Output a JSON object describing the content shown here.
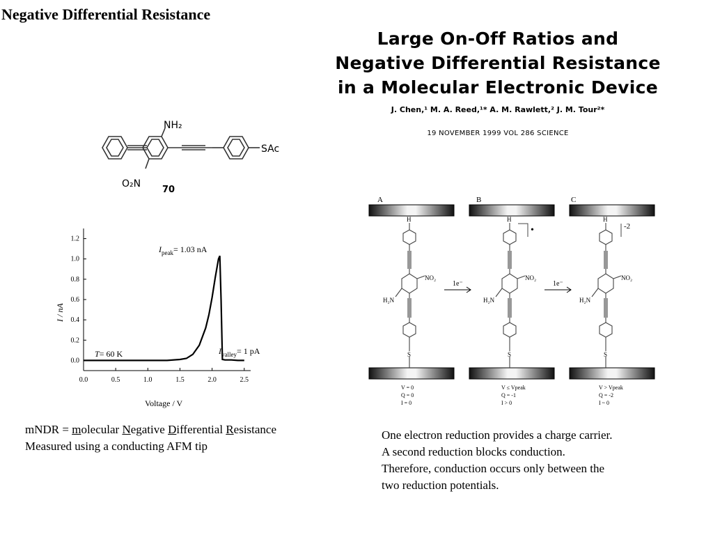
{
  "slide": {
    "title": "Negative Differential Resistance"
  },
  "paper": {
    "title_lines": [
      "Large On-Off Ratios and",
      "Negative Differential Resistance",
      "in a Molecular Electronic Device"
    ],
    "authors": "J. Chen,¹ M. A. Reed,¹* A. M. Rawlett,² J. M. Tour²*",
    "citation": "19 NOVEMBER 1999   VOL 286   SCIENCE"
  },
  "molecule": {
    "amine_label": "NH₂",
    "nitro_label": "O₂N",
    "thioacetate_label": "SAc",
    "compound_number": "70"
  },
  "chart_data": {
    "type": "line",
    "xlabel": "Voltage / V",
    "ylabel": "I / nA",
    "xlim": [
      0.0,
      2.6
    ],
    "ylim": [
      -0.1,
      1.3
    ],
    "xticks": [
      "0.0",
      "0.5",
      "1.0",
      "1.5",
      "2.0",
      "2.5"
    ],
    "yticks": [
      "0.0",
      "0.2",
      "0.4",
      "0.6",
      "0.8",
      "1.0",
      "1.2"
    ],
    "series": [
      {
        "x": [
          0.0,
          0.5,
          1.0,
          1.3,
          1.5,
          1.6,
          1.7,
          1.8,
          1.9,
          1.95,
          2.0,
          2.05,
          2.1,
          2.12,
          2.14,
          2.16,
          2.2,
          2.3,
          2.4,
          2.5
        ],
        "y": [
          0.0,
          0.0,
          0.0,
          0.0,
          0.01,
          0.02,
          0.06,
          0.15,
          0.32,
          0.45,
          0.62,
          0.82,
          1.0,
          1.03,
          0.6,
          0.01,
          0.005,
          0.005,
          0.0,
          0.0
        ]
      }
    ],
    "annotations": {
      "peak_prefix": "I",
      "peak_sub": "peak",
      "peak_value": "= 1.03 nA",
      "valley_prefix": "I",
      "valley_sub": "valley",
      "valley_value": "= 1 pA",
      "temp_prefix": "T",
      "temp_value": "= 60 K"
    }
  },
  "device": {
    "panel_labels": [
      "A",
      "B",
      "C"
    ],
    "top_atom": "H",
    "nitro": "NO₂",
    "amine": "H₂N",
    "sulfur": "S",
    "charge_b": "•",
    "charge_c": "-2",
    "arrow1": "1e⁻",
    "arrow2": "1e⁻",
    "states": [
      [
        "V = 0",
        "Q = 0",
        "I = 0"
      ],
      [
        "V ≤ Vpeak",
        "Q = -1",
        "I > 0"
      ],
      [
        "V > Vpeak",
        "Q = -2",
        "I ~ 0"
      ]
    ]
  },
  "captions": {
    "mndr_prefix": "mNDR = ",
    "mndr_words": [
      {
        "initial": "m",
        "rest": "olecular "
      },
      {
        "initial": "N",
        "rest": "egative "
      },
      {
        "initial": "D",
        "rest": "ifferential "
      },
      {
        "initial": "R",
        "rest": "esistance"
      }
    ],
    "afm": "Measured using a conducting AFM tip",
    "right_lines": [
      "One electron reduction provides a charge carrier.",
      "A second reduction blocks conduction.",
      "Therefore, conduction occurs only between the",
      "two reduction potentials."
    ]
  }
}
